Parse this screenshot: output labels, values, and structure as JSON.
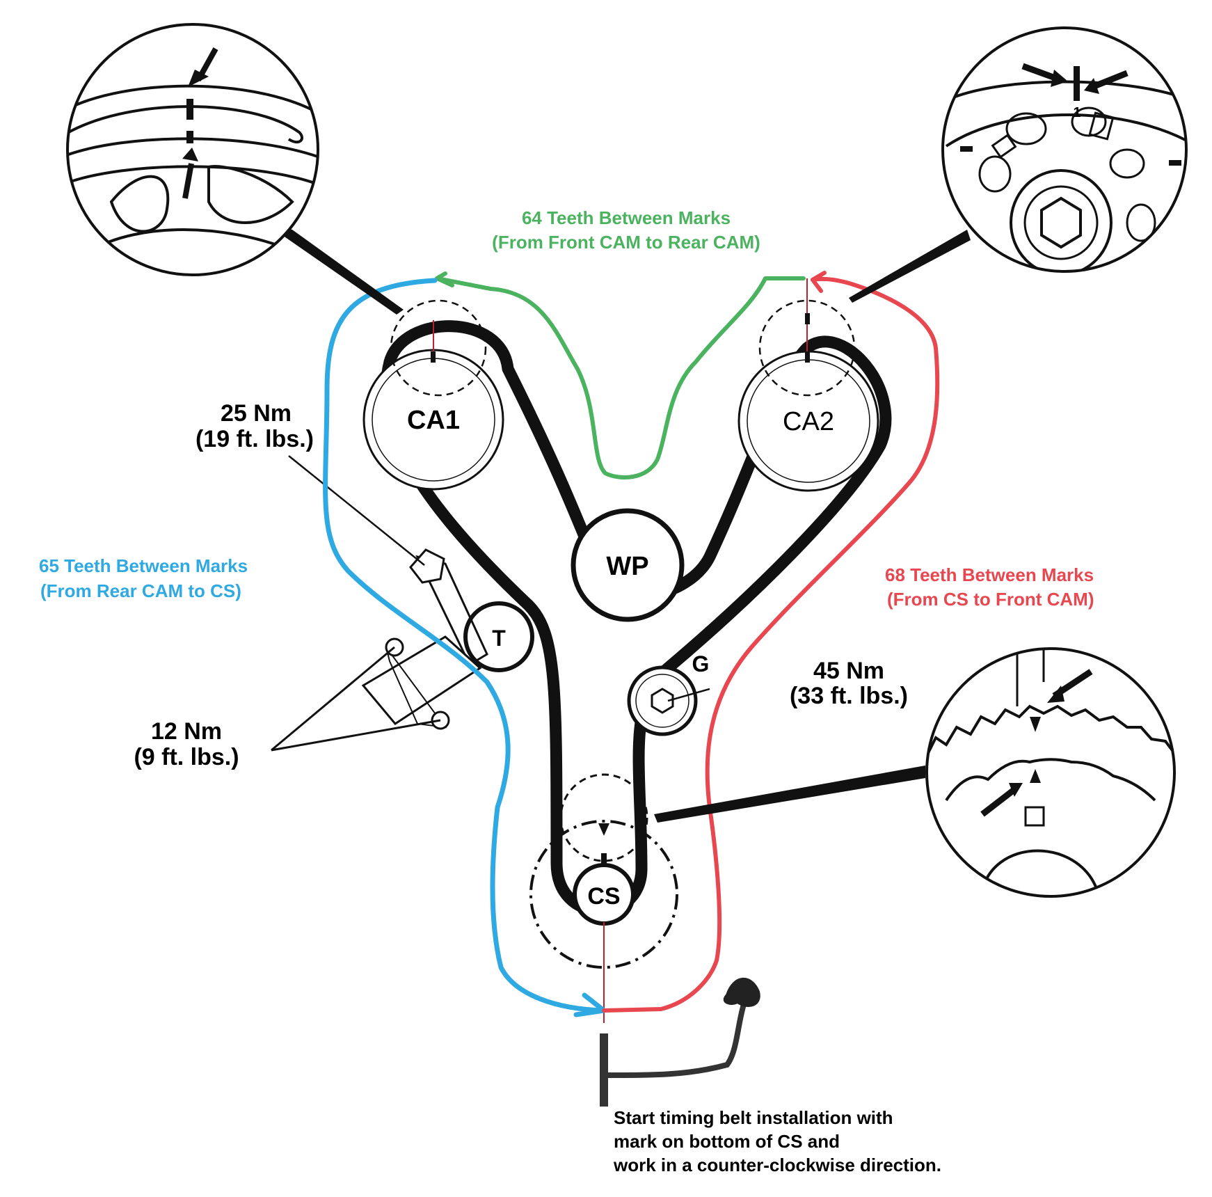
{
  "colors": {
    "belt": "#111111",
    "green": "#4bb35f",
    "blue": "#2fa9e2",
    "red": "#e8474f",
    "mark": "#c0202a"
  },
  "pulleys": {
    "ca1": "CA1",
    "ca2": "CA2",
    "wp": "WP",
    "t": "T",
    "g": "G",
    "cs": "CS"
  },
  "annotations": {
    "green_line1": "64 Teeth Between Marks",
    "green_line2": "(From Front CAM to Rear CAM)",
    "blue_line1": "65 Teeth Between Marks",
    "blue_line2": "(From Rear CAM to CS)",
    "red_line1": "68 Teeth Between Marks",
    "red_line2": "(From CS to Front CAM)"
  },
  "torques": {
    "tensioner_bolt_nm": "25 Nm",
    "tensioner_bolt_ftlb": "(19 ft. lbs.)",
    "tensioner_base_nm": "12 Nm",
    "tensioner_base_ftlb": "(9 ft. lbs.)",
    "idler_nm": "45 Nm",
    "idler_ftlb": "(33 ft. lbs.)"
  },
  "instructions": {
    "line1": "Start timing belt installation with",
    "line2": "mark on bottom of CS and",
    "line3": "work in a counter-clockwise direction."
  },
  "detail_icons": {
    "top_left": "cam-mark-detail-icon",
    "top_right": "rear-cam-mark-detail-icon",
    "bottom_right": "crank-sprocket-detail-icon"
  }
}
